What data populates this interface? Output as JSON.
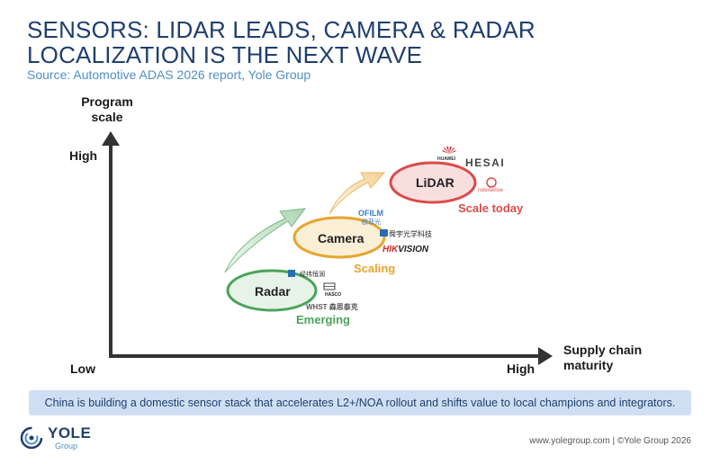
{
  "title_lines": [
    "SENSORS: LIDAR LEADS, CAMERA & RADAR",
    "LOCALIZATION IS THE NEXT WAVE"
  ],
  "source": "Source: Automotive ADAS 2026 report, Yole Group",
  "axes": {
    "y_label_lines": [
      "Program",
      "scale"
    ],
    "x_label_lines": [
      "Supply chain",
      "maturity"
    ],
    "y_high": "High",
    "y_low": "Low",
    "x_high": "High"
  },
  "bubbles": [
    {
      "label": "Radar",
      "stage": "Emerging",
      "color": "#4aa35a"
    },
    {
      "label": "Camera",
      "stage": "Scaling",
      "color": "#e6a52e"
    },
    {
      "label": "LiDAR",
      "stage": "Scale today",
      "color": "#dc4a4a"
    }
  ],
  "brands": {
    "lidar": {
      "huawei": "HUAWEI",
      "hesai": "HESAI",
      "robosense": "robosense"
    },
    "camera": {
      "ofilm": "OFILM",
      "ofilm_cn": "欧菲光",
      "sunny": "舜宇光学科技",
      "hik_prefix": "HIK",
      "hik_suffix": "VISION"
    },
    "radar": {
      "jingwei": "经纬恒润",
      "hasco": "HASCO",
      "whst": "WHST 森思泰克"
    }
  },
  "banner": "China is building a domestic sensor stack that accelerates L2+/NOA rollout and shifts value to local champions and integrators.",
  "logo": {
    "name": "YOLE",
    "sub": "Group"
  },
  "footer": "www.yolegroup.com | ©Yole Group 2026"
}
